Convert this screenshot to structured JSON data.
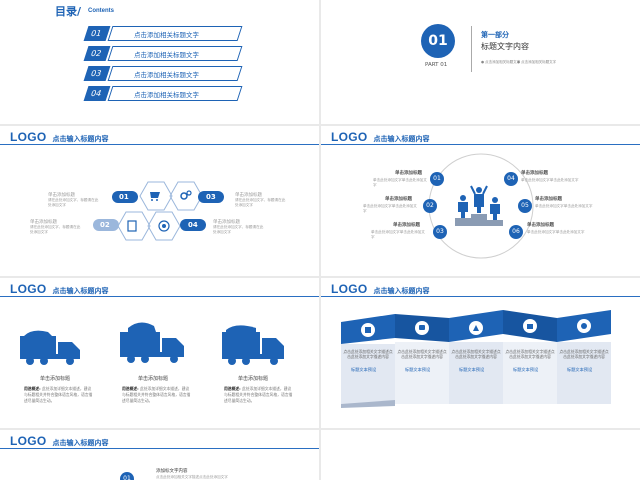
{
  "slide1": {
    "title": "目录/",
    "subtitle": "Contents",
    "items": [
      {
        "num": "01",
        "label": "点击添加相关标题文字"
      },
      {
        "num": "02",
        "label": "点击添加相关标题文字"
      },
      {
        "num": "03",
        "label": "点击添加相关标题文字"
      },
      {
        "num": "04",
        "label": "点击添加相关标题文字"
      }
    ]
  },
  "slide2": {
    "number": "01",
    "part": "PART 01",
    "section_title": "第一部分",
    "section_subtitle": "标题文字内容",
    "tiny_left": "● 点击添加相关标题文字",
    "tiny_right": "● 点击添加相关标题文字"
  },
  "header": {
    "logo": "LOGO",
    "title": "点击输入标题内容"
  },
  "slide3": {
    "nums": [
      "01",
      "02",
      "03",
      "04"
    ],
    "side_title": "单击添加标题",
    "side_text": "请在此处添加文字，标题请在此处添加文字",
    "accent": "#1e63b5"
  },
  "slide4": {
    "nums": [
      "01",
      "02",
      "03",
      "04",
      "05",
      "06"
    ],
    "label": "单击添加标题",
    "text": "单击此处添加文字单击此处添加文字"
  },
  "slide5": {
    "label": "单击添加标题",
    "desc_head": "用途概述:",
    "desc_text": "此处添加详细文本描述，建议与标题相关并符合整体语言风格，语言描述尽量简洁生动。"
  },
  "slide6": {
    "panel_text": "点击此处添加相关文字描述点击此处添加文字描述内容",
    "panel_link": "标题文本预设"
  },
  "slide7": {
    "num": "01",
    "label": "添加标文字内容",
    "text": "点击此处添加相关文字描述点击此处添加文字"
  }
}
